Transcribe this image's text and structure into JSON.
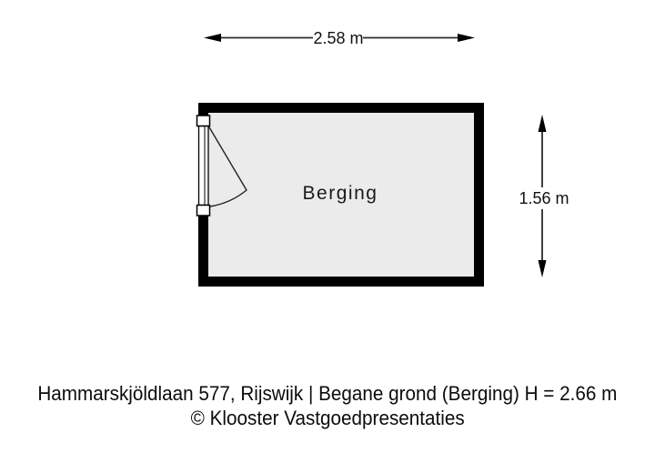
{
  "floorplan": {
    "room": {
      "label": "Berging"
    },
    "dimensions": {
      "width_label": "2.58 m",
      "height_label": "1.56 m"
    }
  },
  "caption": {
    "line1": "Hammarskjöldlaan 577, Rijswijk | Begane grond (Berging) H = 2.66 m",
    "line2": "© Klooster Vastgoedpresentaties"
  },
  "colors": {
    "wall": "#000000",
    "room_fill": "#ebebeb",
    "dimension_line": "#2b2b2b",
    "door_stroke": "#222222",
    "background": "#ffffff"
  }
}
